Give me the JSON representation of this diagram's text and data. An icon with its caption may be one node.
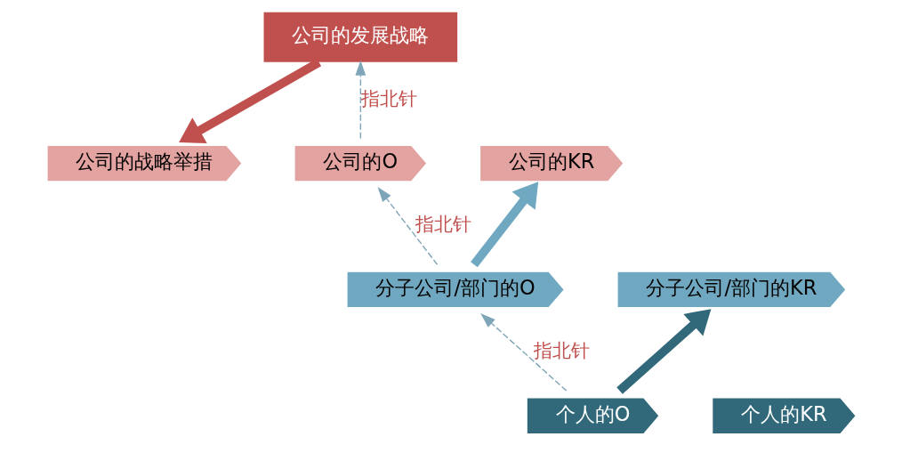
{
  "diagram": {
    "nodes": [
      {
        "text": [
          "公司的发展战略"
        ]
      },
      {
        "text": [
          "公司的战略举措"
        ]
      },
      {
        "text": [
          "公司的O"
        ]
      },
      {
        "text": [
          "公司的KR"
        ]
      },
      {
        "text": [
          "分子公司/部门的O"
        ]
      },
      {
        "text": [
          "分子公司/部门的KR"
        ]
      },
      {
        "text": [
          "个人的O"
        ]
      },
      {
        "text": [
          "个人的KR"
        ]
      }
    ],
    "edges": [
      {
        "from": 0,
        "to": 1,
        "arrow": "to",
        "style": "thick",
        "color": "#c0504d"
      },
      {
        "from": 2,
        "to": 0,
        "arrow": "to",
        "style": "dashed",
        "label": "指北针"
      },
      {
        "from": 4,
        "to": 3,
        "arrow": "to",
        "style": "thick",
        "color": "#6fa8c0"
      },
      {
        "from": 4,
        "to": 2,
        "arrow": "to",
        "style": "dashed",
        "label": "指北针"
      },
      {
        "from": 6,
        "to": 5,
        "arrow": "to",
        "style": "thick",
        "color": "#31697a"
      },
      {
        "from": 6,
        "to": 4,
        "arrow": "to",
        "style": "dashed",
        "label": "指北针"
      }
    ]
  }
}
